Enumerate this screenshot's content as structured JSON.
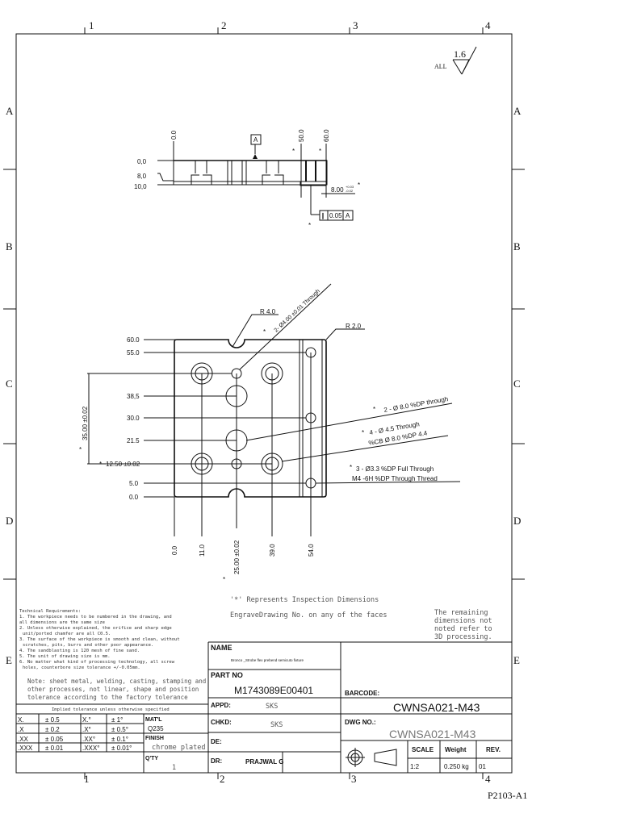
{
  "zones": {
    "columns": [
      "1",
      "2",
      "3",
      "4"
    ],
    "rows": [
      "A",
      "B",
      "C",
      "D",
      "E"
    ]
  },
  "sheet_code": "P2103-A1",
  "surface_finish": {
    "prefix": "ALL",
    "value": "1.6"
  },
  "side_view": {
    "row_labels": [
      "0,0",
      "8,0",
      "10,0"
    ],
    "col_labels": [
      "0.0",
      "50.0",
      "60.0"
    ],
    "datum": "A",
    "thickness_dim": "8.00",
    "thickness_tol_upper": "+0.03",
    "thickness_tol_lower": "-0.02",
    "fcf": {
      "symbol": "∥",
      "value": "0.05",
      "datum": "A"
    },
    "inspection_mark": "*"
  },
  "top_view": {
    "row_labels": [
      "60.0",
      "55.0",
      "38,5",
      "30.0",
      "21.5",
      "12.50 ±0.02",
      "5.0",
      "0.0"
    ],
    "col_labels": [
      "0.0",
      "11.0",
      "25.00 ±0.02",
      "39.0",
      "54.0"
    ],
    "vertical_dim": "35.00 ±0.02",
    "radius_notch": "R 4.0",
    "radius_corner": "R 2.0",
    "callouts": {
      "pin_holes": "2- Ø4.00 ±0.01 Through",
      "large_holes": "2 - Ø 8.0 %DP through",
      "cb_holes_1": "4 - Ø 4.5 Through",
      "cb_holes_2": "%CB Ø 8.0 %DP 4.4",
      "threaded_1": "3 - Ø3.3 %DP Full Through",
      "threaded_2": "M4 -6H %DP Through Thread"
    },
    "inspection_mark": "*"
  },
  "notes": {
    "inspection": "'*'  Represents Inspection Dimensions",
    "engrave": "EngraveDrawing No. on any of the faces",
    "remaining": [
      "The remaining",
      "dimensions not",
      "noted refer to",
      "3D processing."
    ],
    "tech_title": "Technical Requirements:",
    "tech_lines": [
      "1. The workpiece needs to be numbered in the drawing, and",
      "all dimensions are the same size",
      "2. Unless otherwise explained, the orifice and sharp edge",
      "unit/ported chamfer are all C0.5.",
      "3. The surface of the workpiece is smooth and clean, without",
      "scratches, pits, burrs and other poor appearance.",
      "4. The sandblasting is 120 mesh of fine sand.",
      "5. The unit of drawing size is mm.",
      "6. No matter what kind of processing technology, all screw",
      "holes, counterbore size tolerance +/-0.05mm."
    ],
    "sheet_note": [
      "Note: sheet metal, welding, casting, stamping and",
      "other processes, not linear, shape and position",
      "tolerance according to the factory tolerance"
    ]
  },
  "tolerance_table": {
    "header": "Implied tolerance unless otherwise specified",
    "rows": [
      {
        "lin": "X.",
        "lin_tol": "± 0.5",
        "ang": "X.°",
        "ang_tol": "± 1°"
      },
      {
        "lin": ".X",
        "lin_tol": "± 0.2",
        "ang": ".X°",
        "ang_tol": "± 0.5°"
      },
      {
        "lin": ".XX",
        "lin_tol": "± 0.05",
        "ang": ".XX°",
        "ang_tol": "± 0.1°"
      },
      {
        "lin": ".XXX",
        "lin_tol": "± 0.01",
        "ang": ".XXX°",
        "ang_tol": "± 0.01°"
      }
    ]
  },
  "title_block": {
    "matl_label": "MAT'L",
    "matl": "Q235",
    "finish_label": "FINISH",
    "finish": "chrome plated",
    "qty_label": "Q'TY",
    "qty": "1",
    "name_label": "NAME",
    "name": "Bronco _Strobe flex prebend semicuto fixture",
    "part_no_label": "PART NO",
    "part_no": "M1743089E00401",
    "appd_label": "APPD:",
    "appd": "SKS",
    "chkd_label": "CHKD:",
    "chkd": "SKS",
    "de_label": "DE:",
    "dr_label": "DR:",
    "dr": "PRAJWAL G",
    "barcode_label": "BARCODE:",
    "barcode": "CWNSA021-M43",
    "dwg_no_label": "DWG NO.:",
    "dwg_no": "CWNSA021-M43",
    "scale_label": "SCALE",
    "scale": "1:2",
    "weight_label": "Weight",
    "weight": "0.250 kg",
    "rev_label": "REV.",
    "rev": "01"
  }
}
